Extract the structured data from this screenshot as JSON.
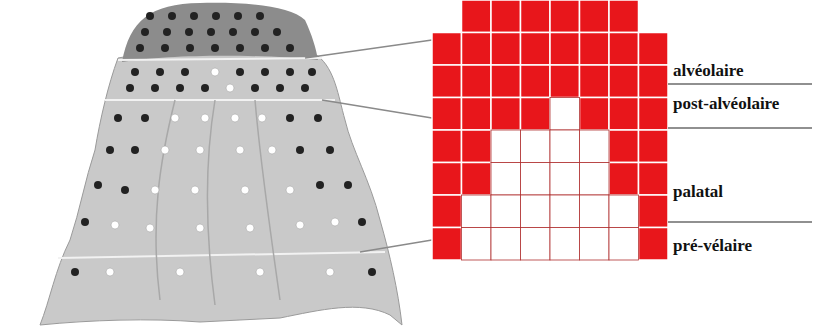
{
  "diagram": {
    "labels": [
      "alvéolaire",
      "post-alvéolaire",
      "palatal",
      "pré-vélaire"
    ]
  }
}
